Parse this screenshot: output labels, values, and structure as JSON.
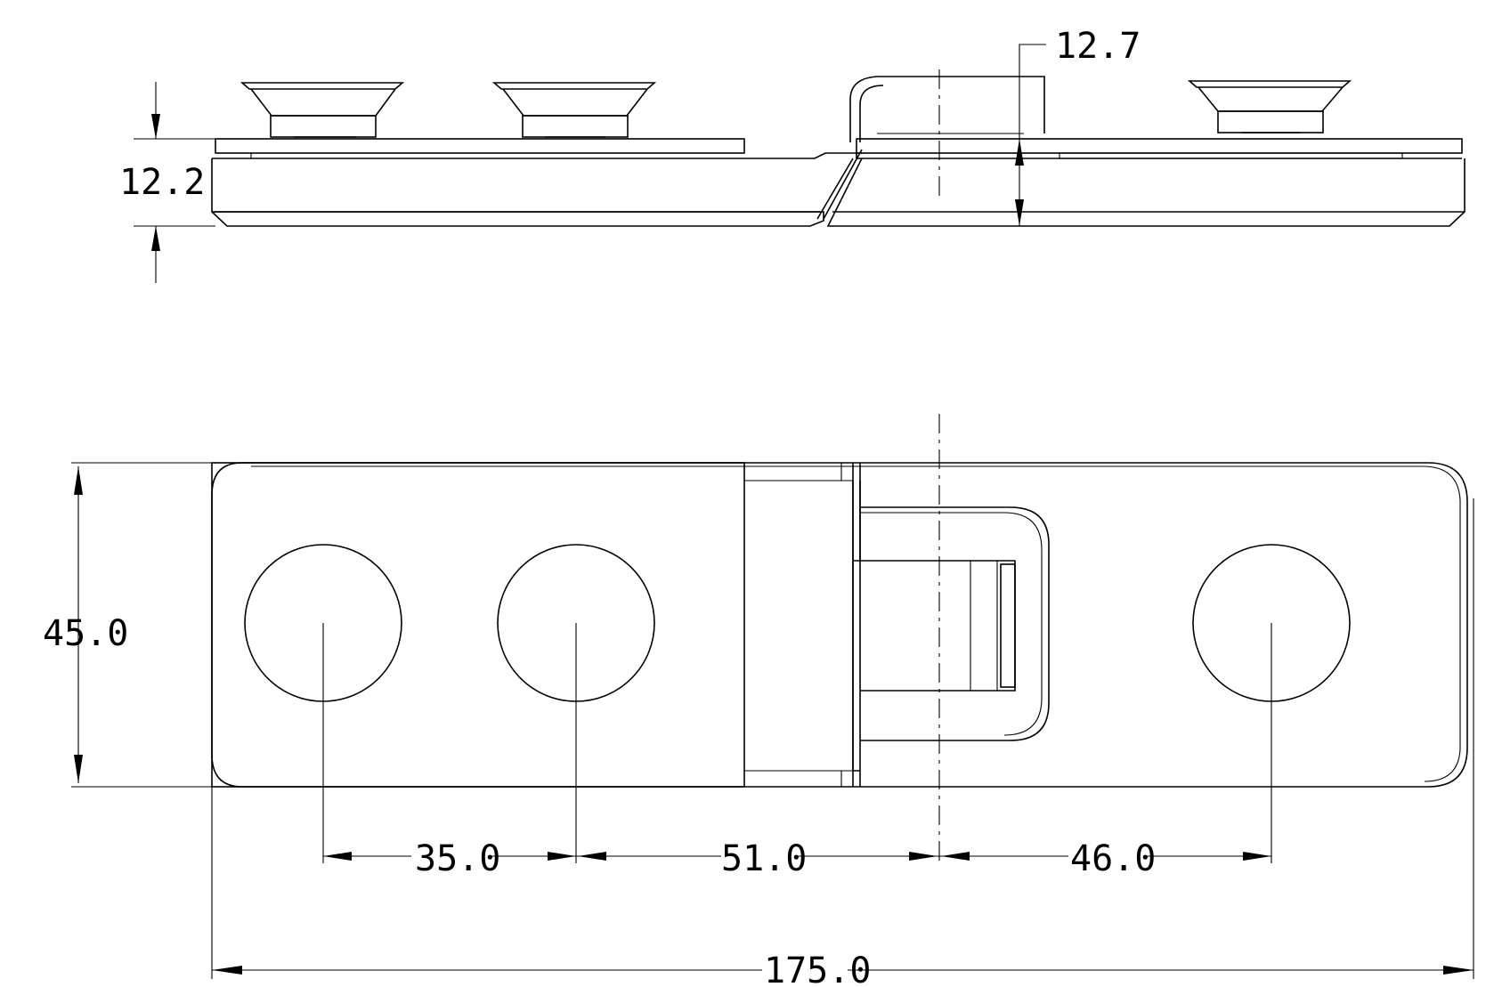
{
  "dimensions": {
    "side_height": "12.2",
    "clip_height": "12.7",
    "width": "45.0",
    "spacing_1": "35.0",
    "spacing_2": "51.0",
    "spacing_3": "46.0",
    "overall_length": "175.0"
  }
}
